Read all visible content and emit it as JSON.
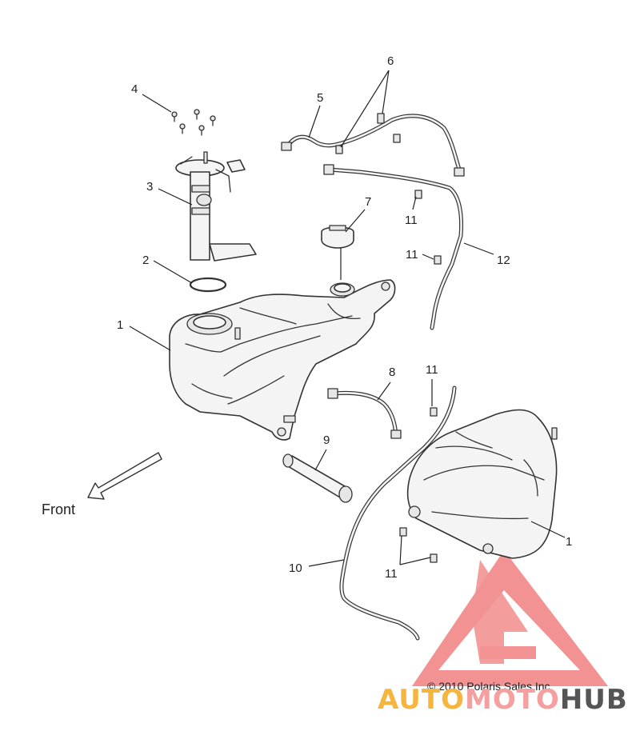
{
  "callouts": {
    "c1a": "1",
    "c1b": "1",
    "c2": "2",
    "c3": "3",
    "c4": "4",
    "c5": "5",
    "c6": "6",
    "c7": "7",
    "c8": "8",
    "c9": "9",
    "c10": "10",
    "c11a": "11",
    "c11b": "11",
    "c11c": "11",
    "c11d": "11",
    "c12": "12"
  },
  "direction_label": "Front",
  "copyright": "© 2010 Polaris Sales Inc.",
  "watermark": {
    "text_part1": "AUTO",
    "text_part2": "MOTO",
    "text_part3": "HUB",
    "color_part1": "#f6b53f",
    "color_part2": "#f4a0a0",
    "color_part3": "#555555",
    "logo_color": "#f07f7f"
  }
}
